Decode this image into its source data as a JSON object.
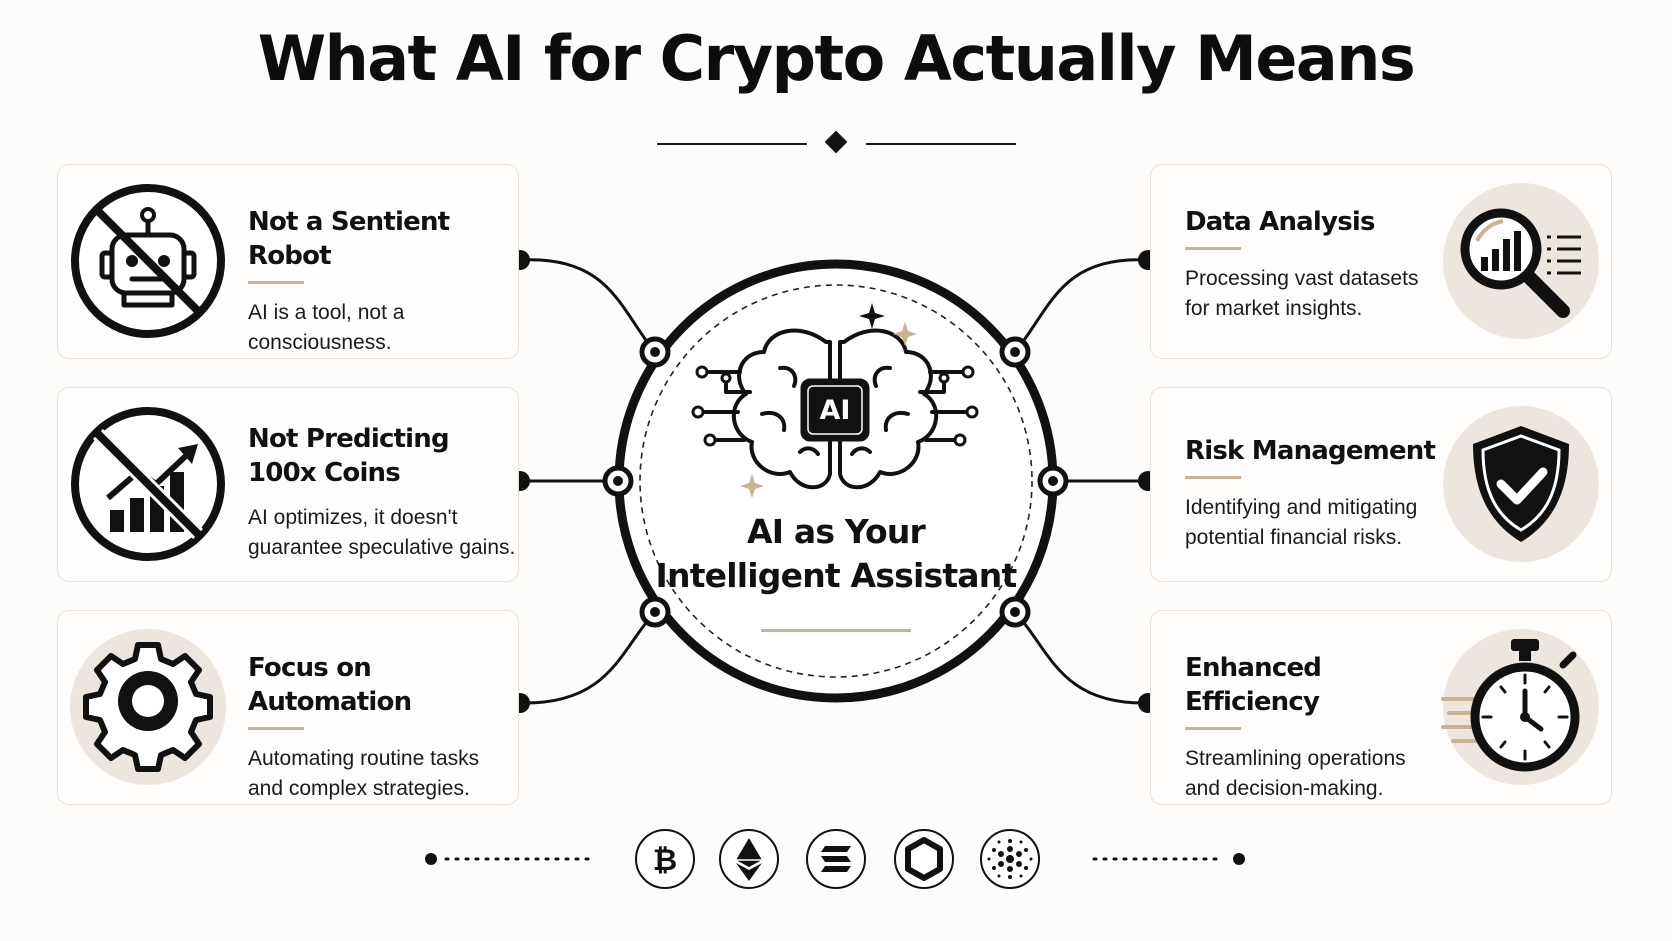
{
  "title": "What AI for Crypto Actually Means",
  "hub": {
    "line1": "AI as Your",
    "line2": "Intelligent Assistant",
    "chip_label": "AI"
  },
  "left_cards": [
    {
      "title": "Not a Sentient Robot",
      "desc_l1": "AI is a tool, not a",
      "desc_l2": "consciousness.",
      "icon": "no-robot-icon"
    },
    {
      "title_l1": "Not Predicting",
      "title_l2": "100x Coins",
      "desc_l1": "AI optimizes, it doesn't",
      "desc_l2": "guarantee speculative gains.",
      "icon": "no-growth-chart-icon"
    },
    {
      "title": "Focus on Automation",
      "desc_l1": "Automating routine tasks",
      "desc_l2": "and complex strategies.",
      "icon": "gear-icon"
    }
  ],
  "right_cards": [
    {
      "title": "Data Analysis",
      "desc_l1": "Processing vast datasets",
      "desc_l2": "for market insights.",
      "icon": "magnifier-chart-icon"
    },
    {
      "title": "Risk Management",
      "desc_l1": "Identifying and mitigating",
      "desc_l2": "potential financial risks.",
      "icon": "shield-check-icon"
    },
    {
      "title": "Enhanced Efficiency",
      "desc_l1": "Streamlining operations",
      "desc_l2": "and decision-making.",
      "icon": "stopwatch-icon"
    }
  ],
  "coins": [
    {
      "icon": "bitcoin-icon",
      "glyph": "₿"
    },
    {
      "icon": "ethereum-icon"
    },
    {
      "icon": "solana-icon"
    },
    {
      "icon": "chainlink-icon"
    },
    {
      "icon": "cardano-icon"
    }
  ],
  "colors": {
    "accent": "#c8b393",
    "ink": "#111111",
    "icon_bg": "#ede6de",
    "card_border": "#e7e1d8"
  }
}
